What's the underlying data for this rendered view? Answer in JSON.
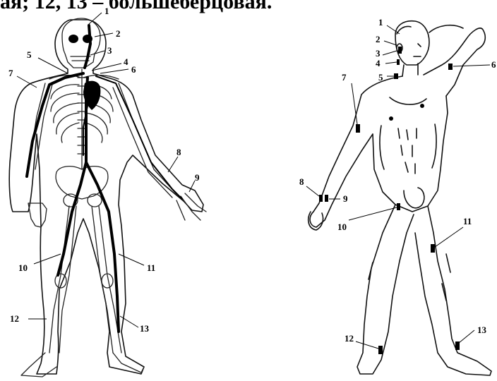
{
  "header_text": "ая; 12, 13 – большеберцовая.",
  "left_figure": {
    "labels": [
      "1",
      "2",
      "3",
      "4",
      "5",
      "6",
      "7",
      "8",
      "9",
      "10",
      "11",
      "12",
      "13"
    ]
  },
  "right_figure": {
    "labels": [
      "1",
      "2",
      "3",
      "4",
      "5",
      "6",
      "7",
      "8",
      "9",
      "10",
      "11",
      "12",
      "13"
    ]
  }
}
